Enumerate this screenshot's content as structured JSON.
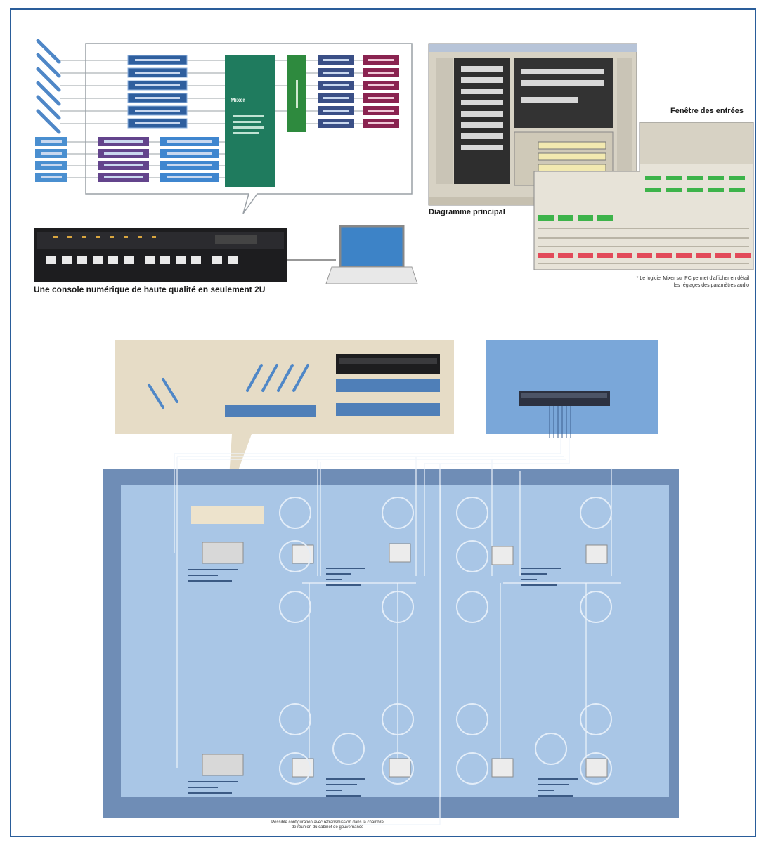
{
  "top_left": {
    "mixer_block": "Mixer",
    "caption": "Une console numérique de haute qualité en seulement 2U"
  },
  "top_right": {
    "main_diagram_caption": "Diagramme principal",
    "inputs_window_title": "Fenêtre des entrées",
    "note_line1": "* Le logiciel Mixer sur PC permet d'afficher en détail",
    "note_line2": "les réglages des paramètres audio"
  },
  "bottom": {
    "footnote_line1": "Possible configuration avec retransmission dans la chambre",
    "footnote_line2": "de réunion du cabinet de gouvernance"
  },
  "colors": {
    "frame": "#2a5d9a",
    "room_blue": "#a9c6e6",
    "room_edge": "#6f8db6",
    "beige_panel": "#e6dcc6",
    "mixer_green": "#1f7b5e"
  }
}
